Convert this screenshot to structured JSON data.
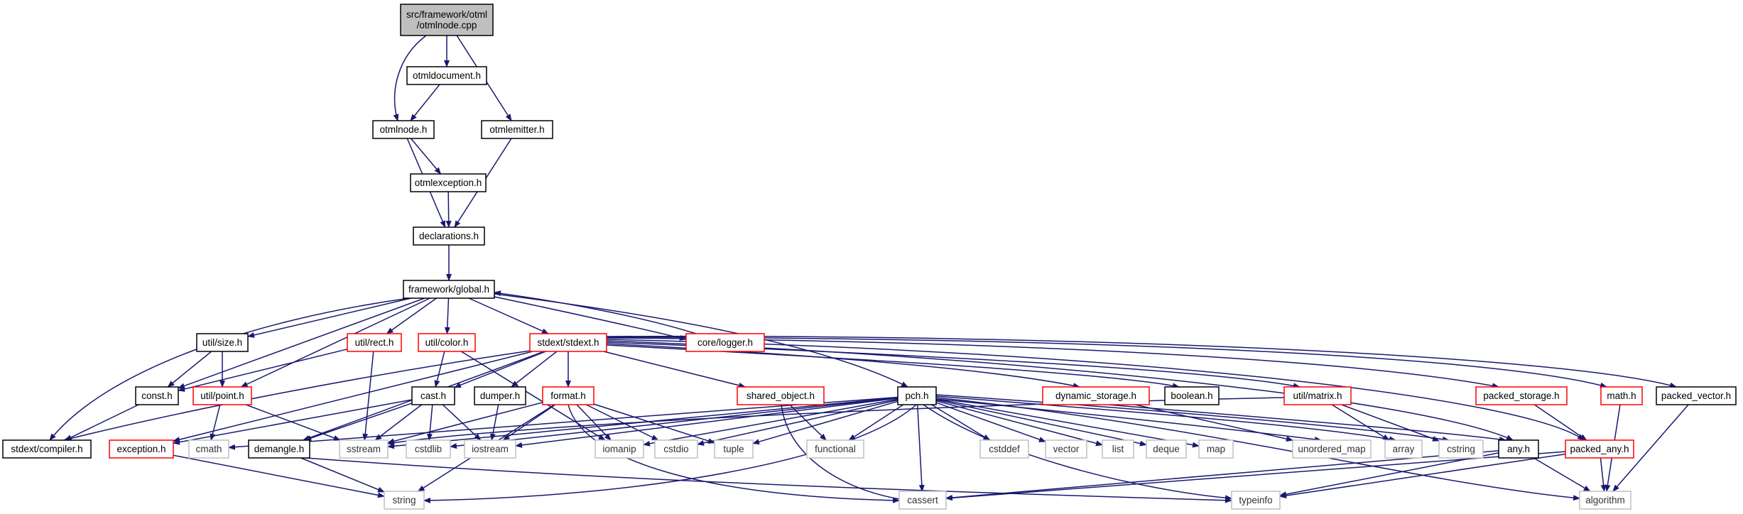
{
  "colors": {
    "edge": "#191970",
    "node_border_default": "#000000",
    "node_border_truncated": "#ff0000",
    "node_border_system": "#bfbfbf",
    "root_fill": "#bfbfbf",
    "node_fill": "#ffffff",
    "text_default": "#000000",
    "text_system": "#333333"
  },
  "nodes": [
    {
      "id": "otmlnode_cpp",
      "lines": [
        "src/framework/otml",
        "/otmlnode.cpp"
      ],
      "kind": "root"
    },
    {
      "id": "otmldocument_h",
      "lines": [
        "otmldocument.h"
      ],
      "kind": "default"
    },
    {
      "id": "otmlnode_h",
      "lines": [
        "otmlnode.h"
      ],
      "kind": "default"
    },
    {
      "id": "otmlemitter_h",
      "lines": [
        "otmlemitter.h"
      ],
      "kind": "default"
    },
    {
      "id": "otmlexception_h",
      "lines": [
        "otmlexception.h"
      ],
      "kind": "default"
    },
    {
      "id": "declarations_h",
      "lines": [
        "declarations.h"
      ],
      "kind": "default"
    },
    {
      "id": "global_h",
      "lines": [
        "framework/global.h"
      ],
      "kind": "default"
    },
    {
      "id": "size_h",
      "lines": [
        "util/size.h"
      ],
      "kind": "default"
    },
    {
      "id": "rect_h",
      "lines": [
        "util/rect.h"
      ],
      "kind": "truncated"
    },
    {
      "id": "color_h",
      "lines": [
        "util/color.h"
      ],
      "kind": "truncated"
    },
    {
      "id": "stdext_h",
      "lines": [
        "stdext/stdext.h"
      ],
      "kind": "truncated"
    },
    {
      "id": "logger_h",
      "lines": [
        "core/logger.h"
      ],
      "kind": "truncated"
    },
    {
      "id": "const_h",
      "lines": [
        "const.h"
      ],
      "kind": "default"
    },
    {
      "id": "point_h",
      "lines": [
        "util/point.h"
      ],
      "kind": "truncated"
    },
    {
      "id": "cast_h",
      "lines": [
        "cast.h"
      ],
      "kind": "default"
    },
    {
      "id": "dumper_h",
      "lines": [
        "dumper.h"
      ],
      "kind": "default"
    },
    {
      "id": "format_h",
      "lines": [
        "format.h"
      ],
      "kind": "truncated"
    },
    {
      "id": "shared_object_h",
      "lines": [
        "shared_object.h"
      ],
      "kind": "truncated"
    },
    {
      "id": "pch_h",
      "lines": [
        "pch.h"
      ],
      "kind": "default"
    },
    {
      "id": "dynamic_storage_h",
      "lines": [
        "dynamic_storage.h"
      ],
      "kind": "truncated"
    },
    {
      "id": "boolean_h",
      "lines": [
        "boolean.h"
      ],
      "kind": "default"
    },
    {
      "id": "matrix_h",
      "lines": [
        "util/matrix.h"
      ],
      "kind": "truncated"
    },
    {
      "id": "packed_storage_h",
      "lines": [
        "packed_storage.h"
      ],
      "kind": "truncated"
    },
    {
      "id": "math_h",
      "lines": [
        "math.h"
      ],
      "kind": "truncated"
    },
    {
      "id": "packed_vector_h",
      "lines": [
        "packed_vector.h"
      ],
      "kind": "default"
    },
    {
      "id": "compiler_h",
      "lines": [
        "stdext/compiler.h"
      ],
      "kind": "default"
    },
    {
      "id": "exception_h",
      "lines": [
        "exception.h"
      ],
      "kind": "truncated"
    },
    {
      "id": "cmath",
      "lines": [
        "cmath"
      ],
      "kind": "system"
    },
    {
      "id": "demangle_h",
      "lines": [
        "demangle.h"
      ],
      "kind": "default"
    },
    {
      "id": "sstream",
      "lines": [
        "sstream"
      ],
      "kind": "system"
    },
    {
      "id": "cstdlib",
      "lines": [
        "cstdlib"
      ],
      "kind": "system"
    },
    {
      "id": "iostream",
      "lines": [
        "iostream"
      ],
      "kind": "system"
    },
    {
      "id": "iomanip",
      "lines": [
        "iomanip"
      ],
      "kind": "system"
    },
    {
      "id": "cstdio",
      "lines": [
        "cstdio"
      ],
      "kind": "system"
    },
    {
      "id": "tuple",
      "lines": [
        "tuple"
      ],
      "kind": "system"
    },
    {
      "id": "functional",
      "lines": [
        "functional"
      ],
      "kind": "system"
    },
    {
      "id": "cstddef",
      "lines": [
        "cstddef"
      ],
      "kind": "system"
    },
    {
      "id": "vector",
      "lines": [
        "vector"
      ],
      "kind": "system"
    },
    {
      "id": "list",
      "lines": [
        "list"
      ],
      "kind": "system"
    },
    {
      "id": "deque",
      "lines": [
        "deque"
      ],
      "kind": "system"
    },
    {
      "id": "map",
      "lines": [
        "map"
      ],
      "kind": "system"
    },
    {
      "id": "unordered_map",
      "lines": [
        "unordered_map"
      ],
      "kind": "system"
    },
    {
      "id": "array",
      "lines": [
        "array"
      ],
      "kind": "system"
    },
    {
      "id": "cstring",
      "lines": [
        "cstring"
      ],
      "kind": "system"
    },
    {
      "id": "any_h",
      "lines": [
        "any.h"
      ],
      "kind": "default"
    },
    {
      "id": "packed_any_h",
      "lines": [
        "packed_any.h"
      ],
      "kind": "truncated"
    },
    {
      "id": "string",
      "lines": [
        "string"
      ],
      "kind": "system"
    },
    {
      "id": "cassert",
      "lines": [
        "cassert"
      ],
      "kind": "system"
    },
    {
      "id": "typeinfo",
      "lines": [
        "typeinfo"
      ],
      "kind": "system"
    },
    {
      "id": "algorithm",
      "lines": [
        "algorithm"
      ],
      "kind": "system"
    }
  ],
  "edges": [
    [
      "otmlnode_cpp",
      "otmldocument_h"
    ],
    [
      "otmlnode_cpp",
      "otmlnode_h"
    ],
    [
      "otmlnode_cpp",
      "otmlemitter_h"
    ],
    [
      "otmldocument_h",
      "otmlnode_h"
    ],
    [
      "otmlnode_h",
      "otmlexception_h"
    ],
    [
      "otmlnode_h",
      "declarations_h"
    ],
    [
      "otmlexception_h",
      "declarations_h"
    ],
    [
      "otmlemitter_h",
      "declarations_h"
    ],
    [
      "declarations_h",
      "global_h"
    ],
    [
      "global_h",
      "size_h"
    ],
    [
      "global_h",
      "rect_h"
    ],
    [
      "global_h",
      "color_h"
    ],
    [
      "global_h",
      "stdext_h"
    ],
    [
      "global_h",
      "logger_h"
    ],
    [
      "global_h",
      "const_h"
    ],
    [
      "global_h",
      "point_h"
    ],
    [
      "global_h",
      "compiler_h"
    ],
    [
      "global_h",
      "pch_h"
    ],
    [
      "logger_h",
      "global_h"
    ],
    [
      "size_h",
      "const_h"
    ],
    [
      "size_h",
      "point_h"
    ],
    [
      "rect_h",
      "const_h"
    ],
    [
      "rect_h",
      "sstream"
    ],
    [
      "color_h",
      "cast_h"
    ],
    [
      "color_h",
      "iomanip"
    ],
    [
      "point_h",
      "cmath"
    ],
    [
      "point_h",
      "sstream"
    ],
    [
      "const_h",
      "compiler_h"
    ],
    [
      "stdext_h",
      "compiler_h"
    ],
    [
      "stdext_h",
      "exception_h"
    ],
    [
      "stdext_h",
      "cast_h"
    ],
    [
      "stdext_h",
      "dumper_h"
    ],
    [
      "stdext_h",
      "format_h"
    ],
    [
      "stdext_h",
      "shared_object_h"
    ],
    [
      "stdext_h",
      "demangle_h"
    ],
    [
      "stdext_h",
      "dynamic_storage_h"
    ],
    [
      "stdext_h",
      "boolean_h"
    ],
    [
      "stdext_h",
      "packed_storage_h"
    ],
    [
      "stdext_h",
      "math_h"
    ],
    [
      "stdext_h",
      "packed_vector_h"
    ],
    [
      "stdext_h",
      "any_h"
    ],
    [
      "stdext_h",
      "packed_any_h"
    ],
    [
      "stdext_h",
      "matrix_h"
    ],
    [
      "cast_h",
      "demangle_h"
    ],
    [
      "cast_h",
      "sstream"
    ],
    [
      "cast_h",
      "cstdlib"
    ],
    [
      "cast_h",
      "iostream"
    ],
    [
      "cast_h",
      "exception_h"
    ],
    [
      "dumper_h",
      "iostream"
    ],
    [
      "format_h",
      "sstream"
    ],
    [
      "format_h",
      "iostream"
    ],
    [
      "format_h",
      "iomanip"
    ],
    [
      "format_h",
      "cstdio"
    ],
    [
      "format_h",
      "tuple"
    ],
    [
      "format_h",
      "string"
    ],
    [
      "format_h",
      "cassert"
    ],
    [
      "shared_object_h",
      "cassert"
    ],
    [
      "shared_object_h",
      "functional"
    ],
    [
      "demangle_h",
      "string"
    ],
    [
      "demangle_h",
      "typeinfo"
    ],
    [
      "exception_h",
      "string"
    ],
    [
      "pch_h",
      "cmath"
    ],
    [
      "pch_h",
      "sstream"
    ],
    [
      "pch_h",
      "cstdlib"
    ],
    [
      "pch_h",
      "iostream"
    ],
    [
      "pch_h",
      "iomanip"
    ],
    [
      "pch_h",
      "cstdio"
    ],
    [
      "pch_h",
      "tuple"
    ],
    [
      "pch_h",
      "functional"
    ],
    [
      "pch_h",
      "cstddef"
    ],
    [
      "pch_h",
      "vector"
    ],
    [
      "pch_h",
      "list"
    ],
    [
      "pch_h",
      "deque"
    ],
    [
      "pch_h",
      "map"
    ],
    [
      "pch_h",
      "unordered_map"
    ],
    [
      "pch_h",
      "array"
    ],
    [
      "pch_h",
      "cstring"
    ],
    [
      "pch_h",
      "string"
    ],
    [
      "pch_h",
      "cassert"
    ],
    [
      "pch_h",
      "typeinfo"
    ],
    [
      "pch_h",
      "algorithm"
    ],
    [
      "dynamic_storage_h",
      "unordered_map"
    ],
    [
      "dynamic_storage_h",
      "any_h"
    ],
    [
      "matrix_h",
      "array"
    ],
    [
      "matrix_h",
      "cstring"
    ],
    [
      "matrix_h",
      "sstream"
    ],
    [
      "any_h",
      "algorithm"
    ],
    [
      "any_h",
      "cassert"
    ],
    [
      "any_h",
      "typeinfo"
    ],
    [
      "packed_storage_h",
      "packed_any_h"
    ],
    [
      "packed_any_h",
      "algorithm"
    ],
    [
      "packed_any_h",
      "cassert"
    ],
    [
      "packed_any_h",
      "typeinfo"
    ],
    [
      "math_h",
      "algorithm"
    ],
    [
      "packed_vector_h",
      "algorithm"
    ]
  ]
}
